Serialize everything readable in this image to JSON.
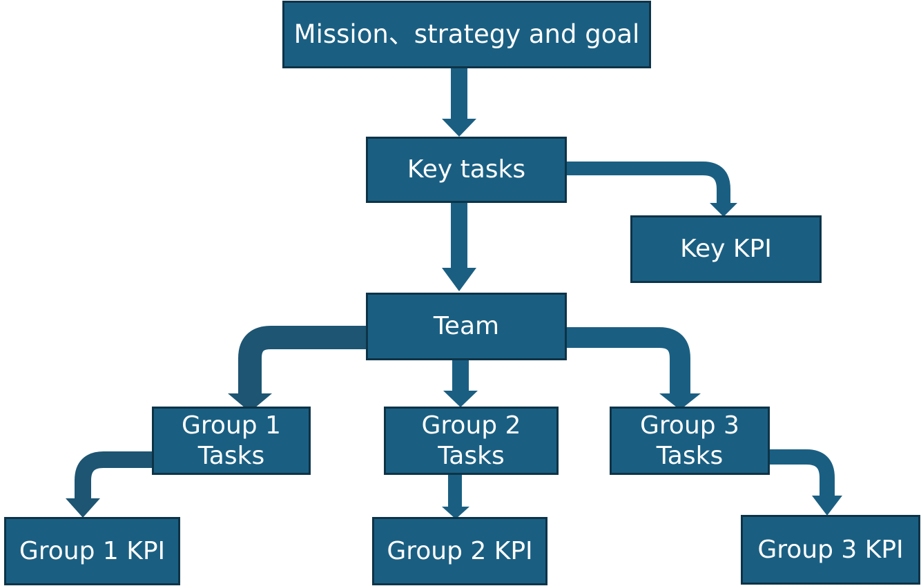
{
  "diagram": {
    "mission": "Mission、strategy and goal",
    "key_tasks": "Key tasks",
    "key_kpi": "Key KPI",
    "team": "Team",
    "group1_tasks": [
      "Group 1",
      "Tasks"
    ],
    "group2_tasks": [
      "Group 2",
      "Tasks"
    ],
    "group3_tasks": [
      "Group 3",
      "Tasks"
    ],
    "group1_kpi": "Group 1 KPI",
    "group2_kpi": "Group 2 KPI",
    "group3_kpi": "Group 3 KPI"
  },
  "colors": {
    "box_fill": "#1a5f82",
    "box_border": "#0d3347",
    "connector": "#1a5f82",
    "connector_dark": "#1d5572",
    "text": "#ffffff"
  }
}
